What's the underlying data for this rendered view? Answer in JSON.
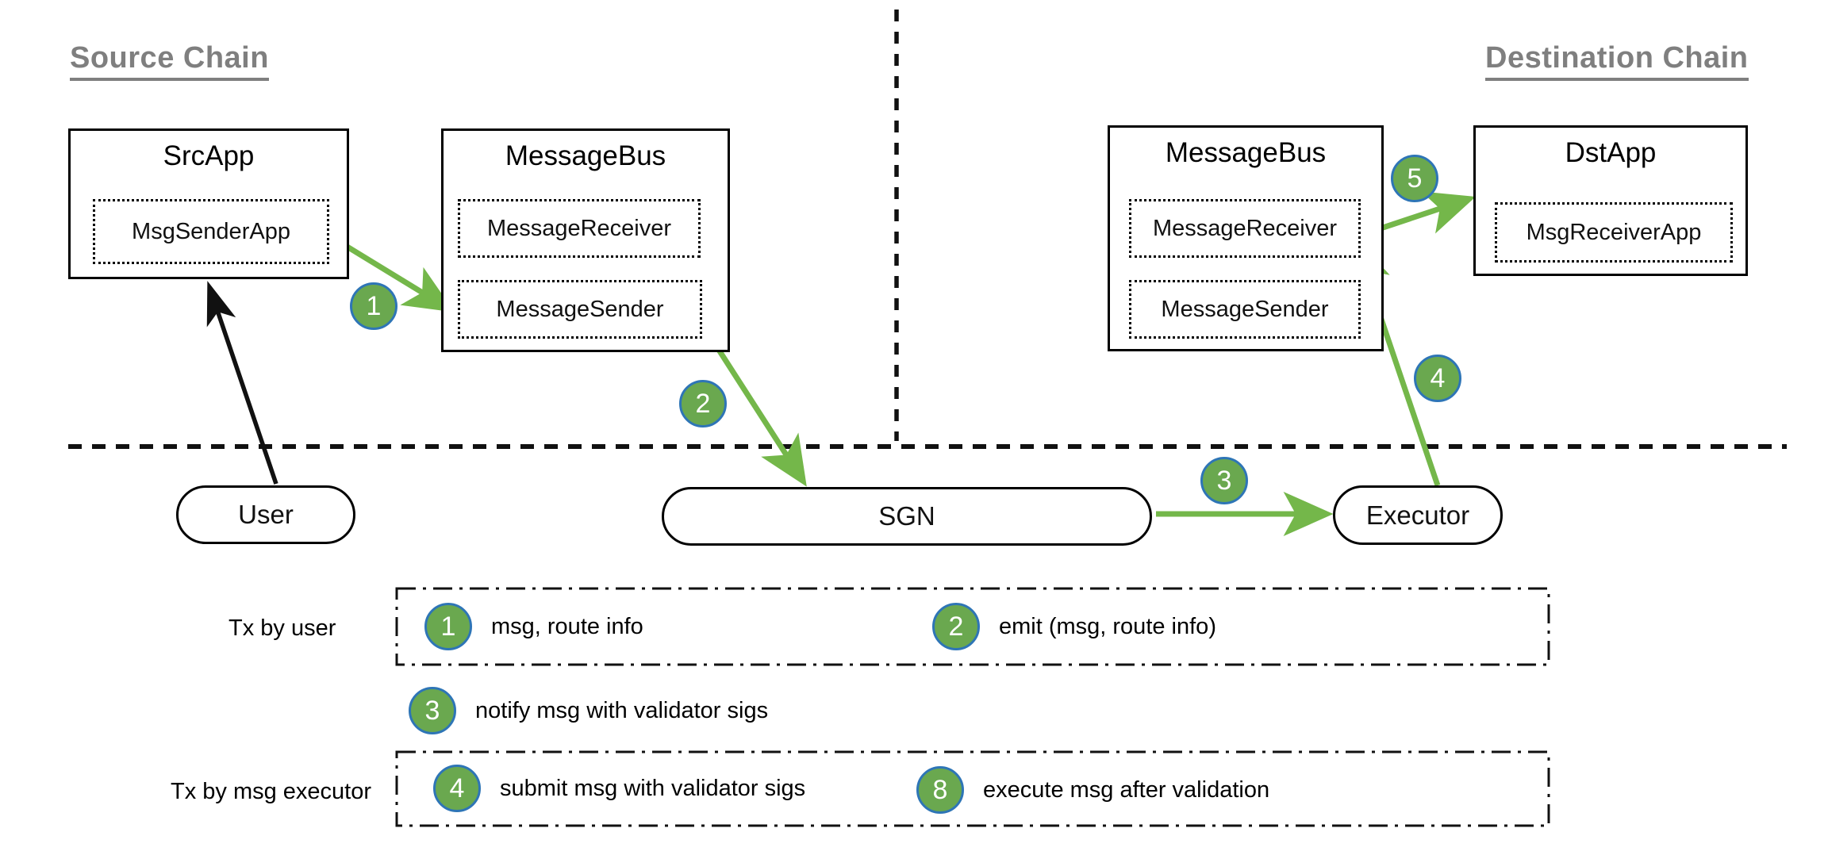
{
  "colors": {
    "badge_green": "#6aa84f",
    "badge_border_blue": "#2e75b6",
    "arrow_green": "#74b74a",
    "heading_gray": "#7f7f7f",
    "line_black": "#111111"
  },
  "headings": {
    "source": "Source Chain",
    "destination": "Destination Chain"
  },
  "source_chain": {
    "src_app": {
      "title": "SrcApp",
      "inner": "MsgSenderApp"
    },
    "message_bus": {
      "title": "MessageBus",
      "receiver": "MessageReceiver",
      "sender": "MessageSender"
    }
  },
  "destination_chain": {
    "message_bus": {
      "title": "MessageBus",
      "receiver": "MessageReceiver",
      "sender": "MessageSender"
    },
    "dst_app": {
      "title": "DstApp",
      "inner": "MsgReceiverApp"
    }
  },
  "offchain": {
    "user": "User",
    "sgn": "SGN",
    "executor": "Executor"
  },
  "diagram_badges": {
    "b1": "1",
    "b2": "2",
    "b3": "3",
    "b4": "4",
    "b5": "5"
  },
  "legend": {
    "row1_label": "Tx by user",
    "row2_label": "Tx by msg executor",
    "items": [
      {
        "num": "1",
        "text": "msg, route info"
      },
      {
        "num": "2",
        "text": "emit (msg, route info)"
      },
      {
        "num": "3",
        "text": "notify msg with validator sigs"
      },
      {
        "num": "4",
        "text": "submit msg with validator sigs"
      },
      {
        "num": "8",
        "text": "execute msg after validation"
      }
    ]
  }
}
